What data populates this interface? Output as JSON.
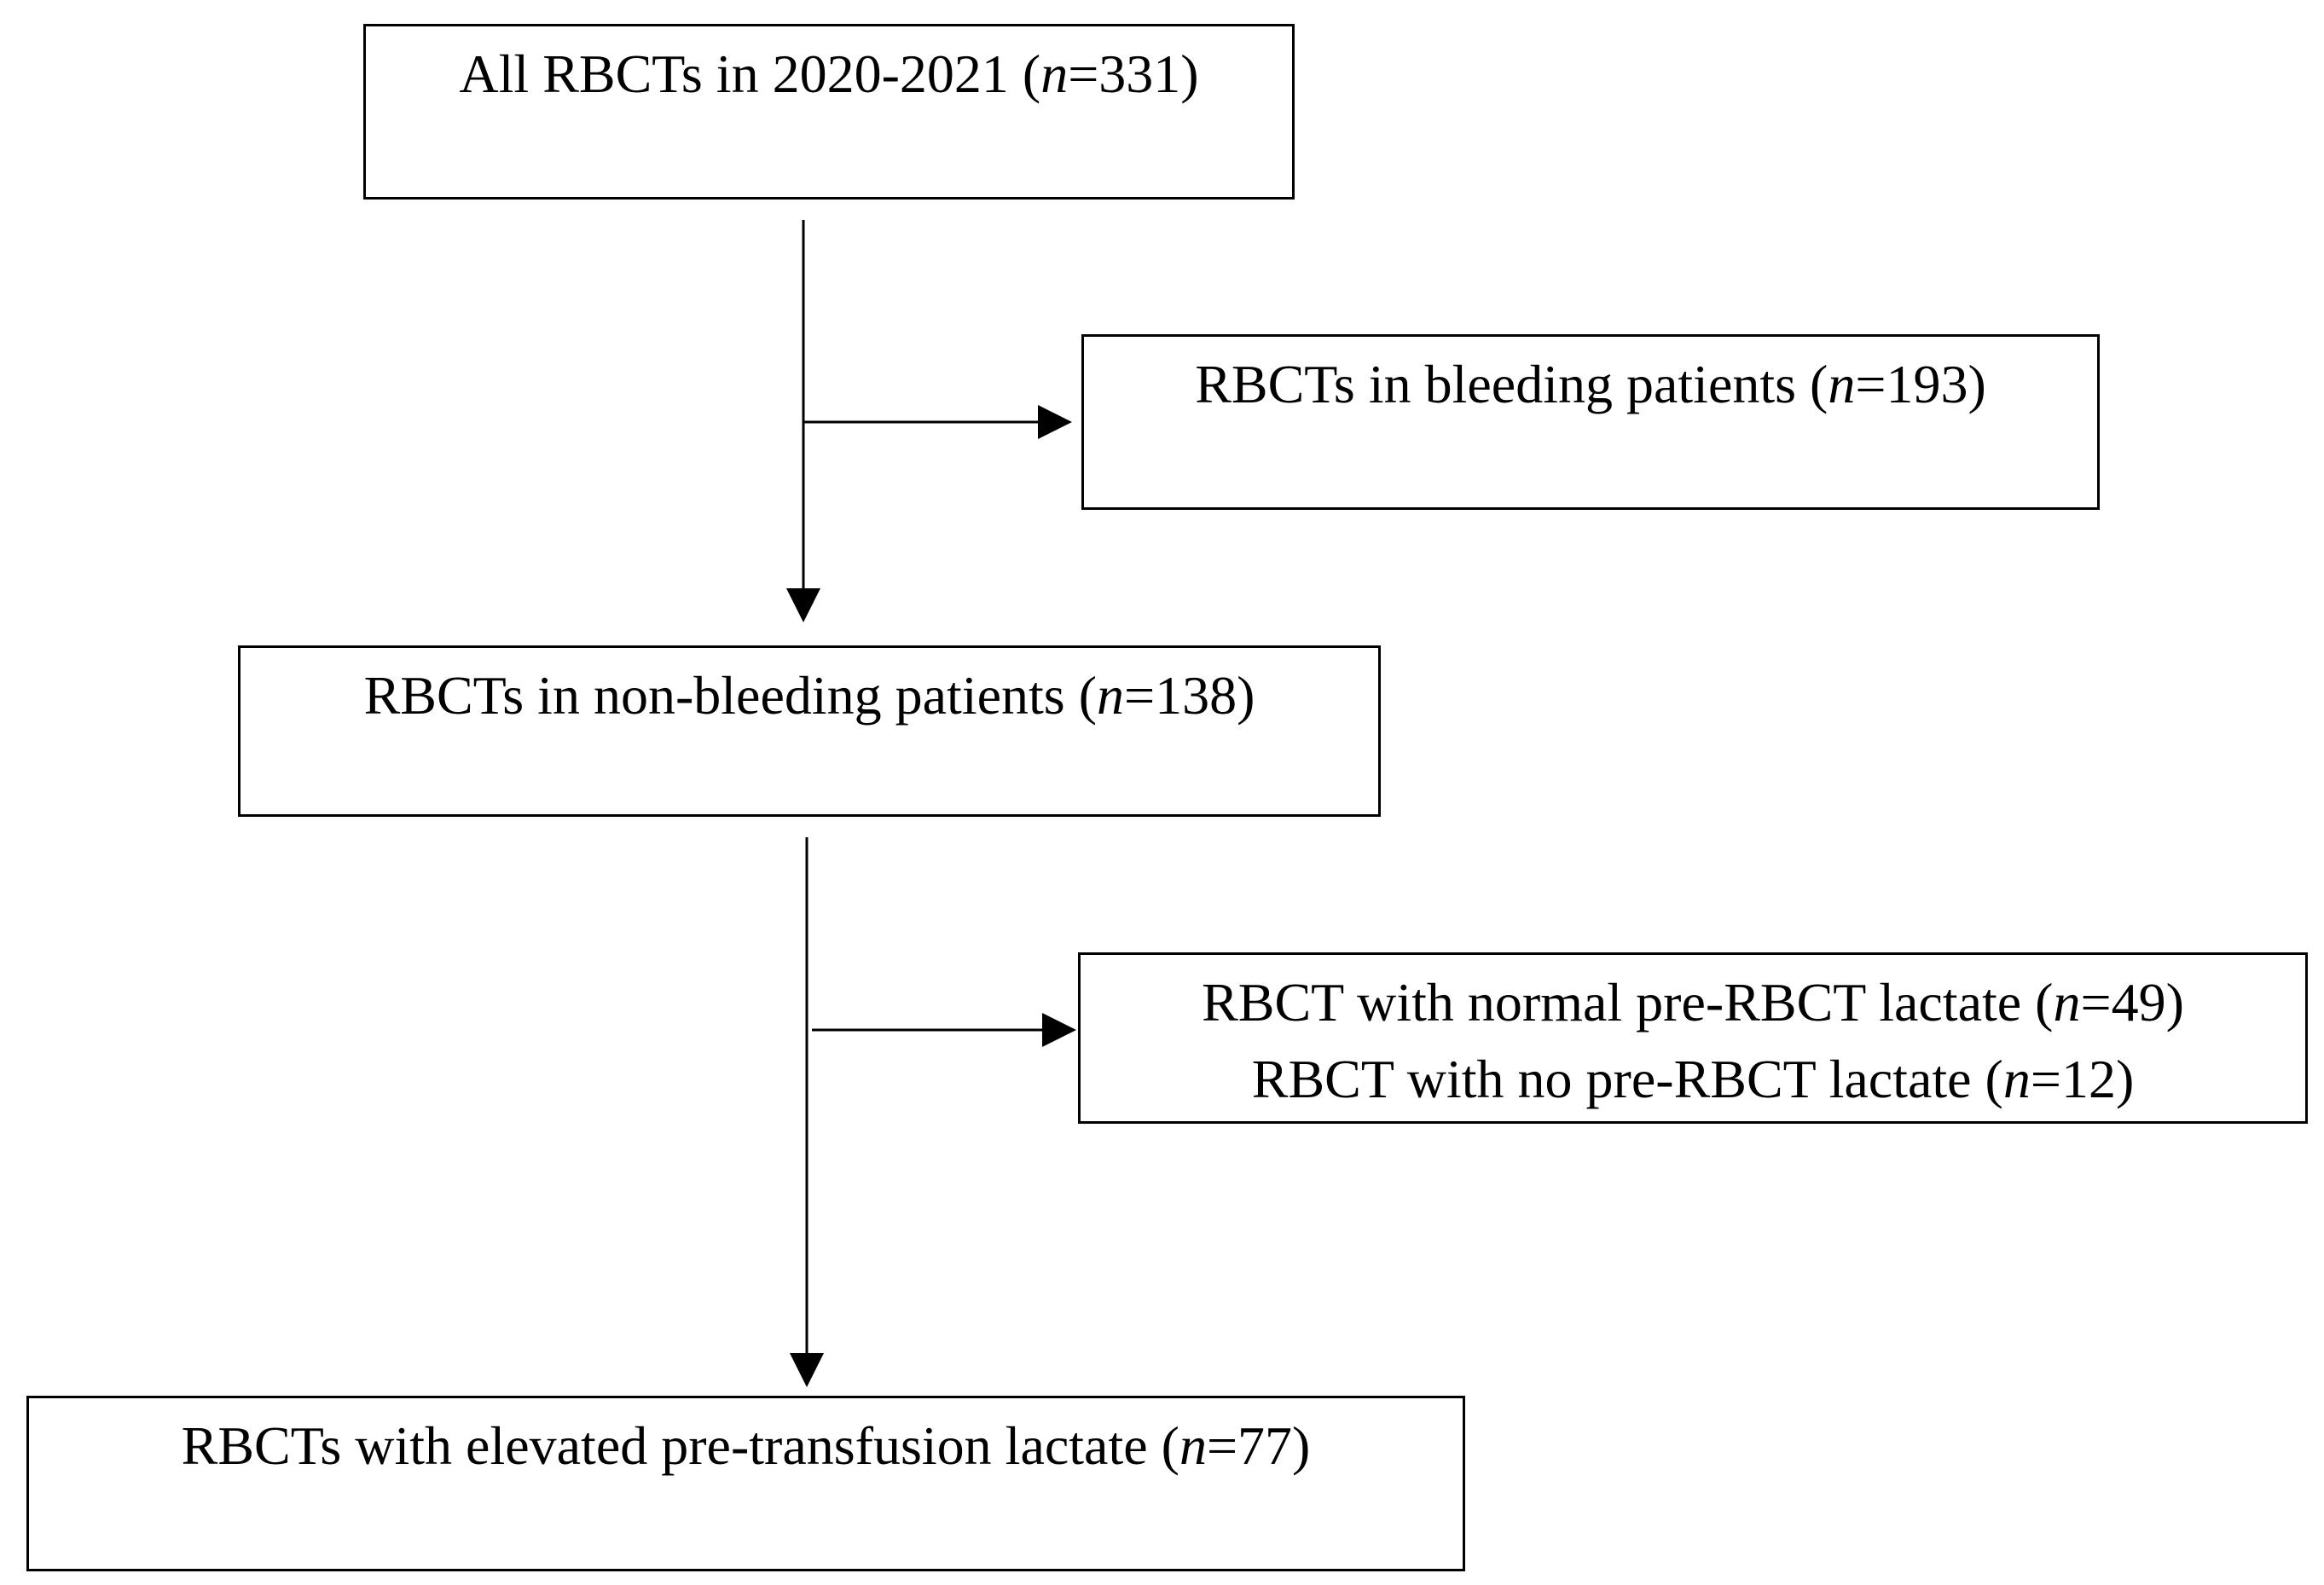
{
  "flowchart": {
    "stage_all": {
      "label": "All RBCTs in 2020-2021 (",
      "n_symbol": "n",
      "n_value": "=331)"
    },
    "excluded_bleeding": {
      "label": "RBCTs in bleeding patients (",
      "n_symbol": "n",
      "n_value": "=193)"
    },
    "stage_non_bleeding": {
      "label": "RBCTs in non-bleeding patients (",
      "n_symbol": "n",
      "n_value": "=138)"
    },
    "excluded_lactate": {
      "line_1": {
        "label": "RBCT with normal pre-RBCT lactate (",
        "n_symbol": "n",
        "n_value": "=49)"
      },
      "line_2": {
        "label": "RBCT with no pre-RBCT lactate (",
        "n_symbol": "n",
        "n_value": "=12)"
      }
    },
    "stage_elevated": {
      "label": "RBCTs with elevated pre-transfusion lactate (",
      "n_symbol": "n",
      "n_value": "=77)"
    }
  },
  "colors": {
    "line": "#000000",
    "box_border": "#000000",
    "background": "#ffffff",
    "text": "#000000"
  }
}
